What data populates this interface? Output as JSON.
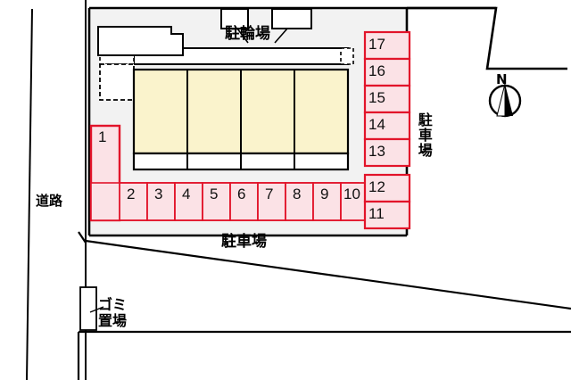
{
  "plan": {
    "title_hidden": "",
    "colors": {
      "site_fill": "#f2f2f2",
      "outside_fill": "#ffffff",
      "building_fill": "#faf3cc",
      "stall_fill": "#fbe2e6",
      "stall_border": "#e2142a",
      "line": "#000000"
    },
    "labels": {
      "road": "道路",
      "bicycle_parking": "駐輪場",
      "parking_bottom": "駐車場",
      "parking_right": "駐車場",
      "garbage": "ゴミ\n置場",
      "garbage_line1": "ゴミ",
      "garbage_line2": "置場",
      "compass_north": "N"
    },
    "parking": {
      "bottom_row": [
        "2",
        "3",
        "4",
        "5",
        "6",
        "7",
        "8",
        "9",
        "10"
      ],
      "left_stall": "1",
      "right_column": [
        "17",
        "16",
        "15",
        "14",
        "13",
        "12",
        "11"
      ]
    },
    "building": {
      "unit_count": 4,
      "units": [
        "",
        "",
        "",
        ""
      ]
    },
    "bicycle_racks": 2
  }
}
